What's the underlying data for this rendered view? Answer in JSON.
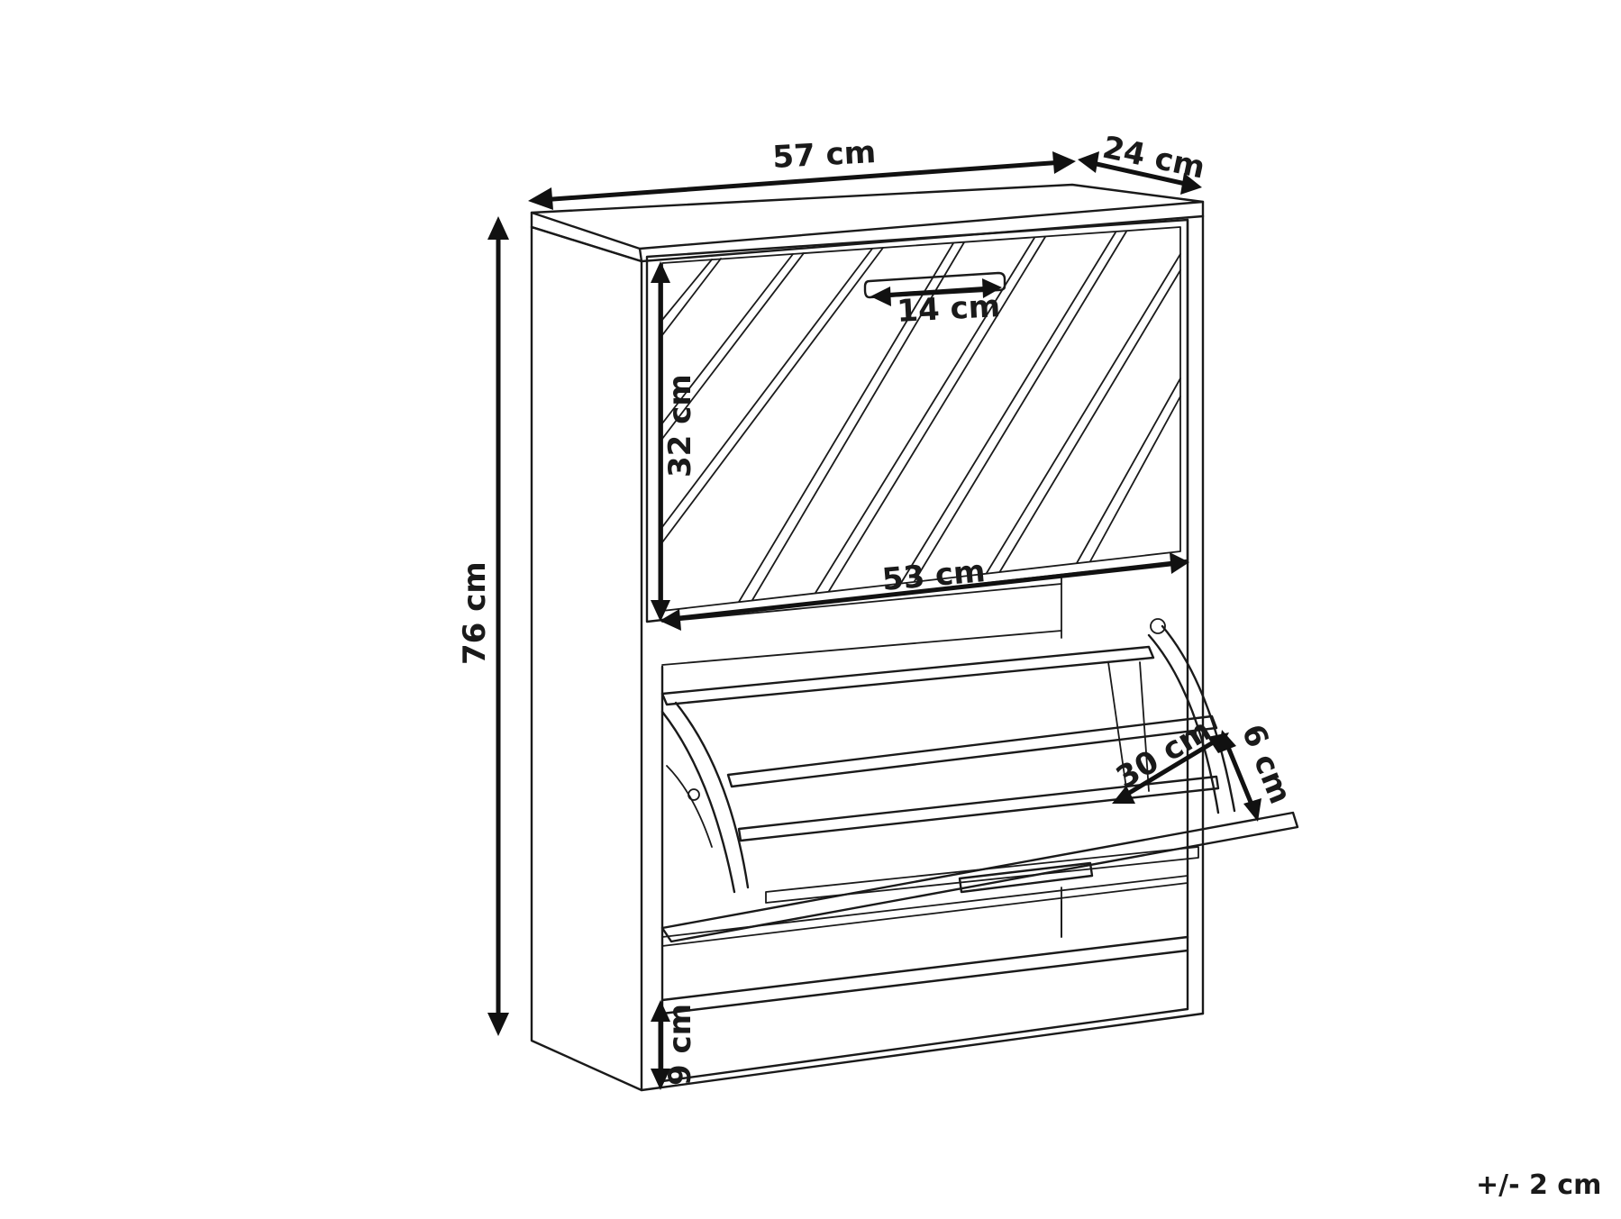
{
  "dimensions": {
    "width": "57 cm",
    "depth": "24 cm",
    "height": "76 cm",
    "handle_width": "14 cm",
    "door_height": "32 cm",
    "door_width": "53 cm",
    "compartment_depth": "30 cm",
    "compartment_height": "6 cm",
    "base_height": "9 cm"
  },
  "tolerance": "+/- 2 cm",
  "colors": {
    "line": "#1a1a1a",
    "background": "#ffffff"
  }
}
